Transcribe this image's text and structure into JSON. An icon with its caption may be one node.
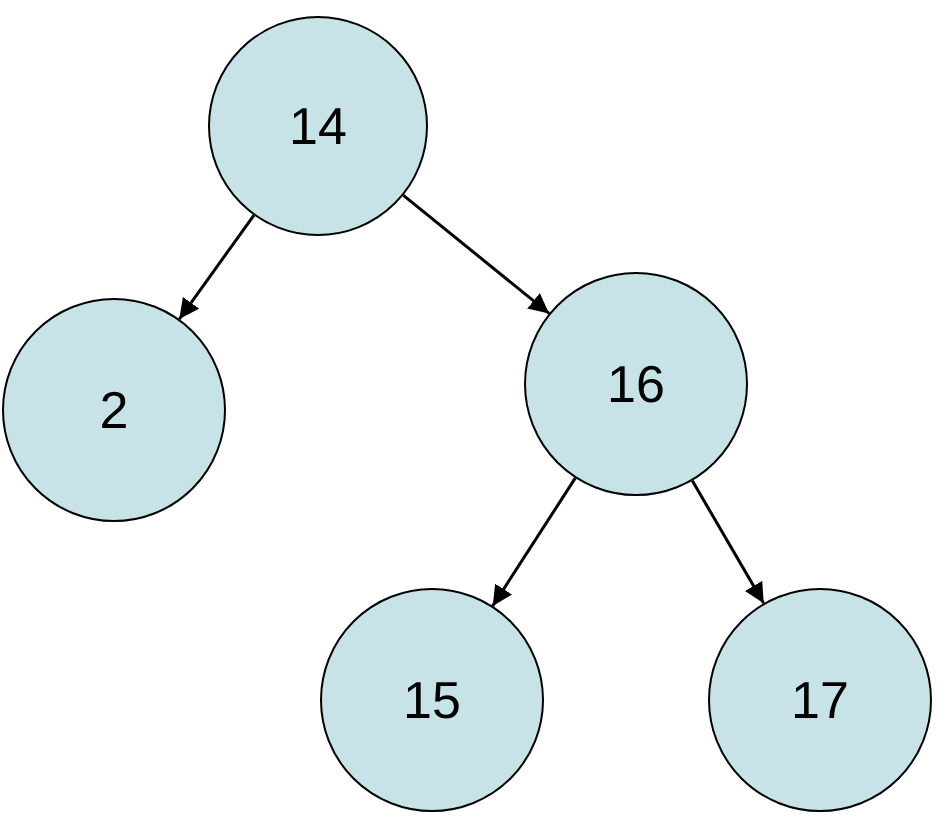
{
  "diagram": {
    "nodes": [
      {
        "text": [
          "14"
        ]
      },
      {
        "text": [
          "2"
        ]
      },
      {
        "text": [
          "16"
        ]
      },
      {
        "text": [
          "15"
        ]
      },
      {
        "text": [
          "17"
        ]
      }
    ],
    "edges": [
      {
        "from": 0,
        "to": 1,
        "arrow": "to"
      },
      {
        "from": 0,
        "to": 2,
        "arrow": "to"
      },
      {
        "from": 2,
        "to": 3,
        "arrow": "to"
      },
      {
        "from": 2,
        "to": 4,
        "arrow": "to"
      }
    ]
  }
}
